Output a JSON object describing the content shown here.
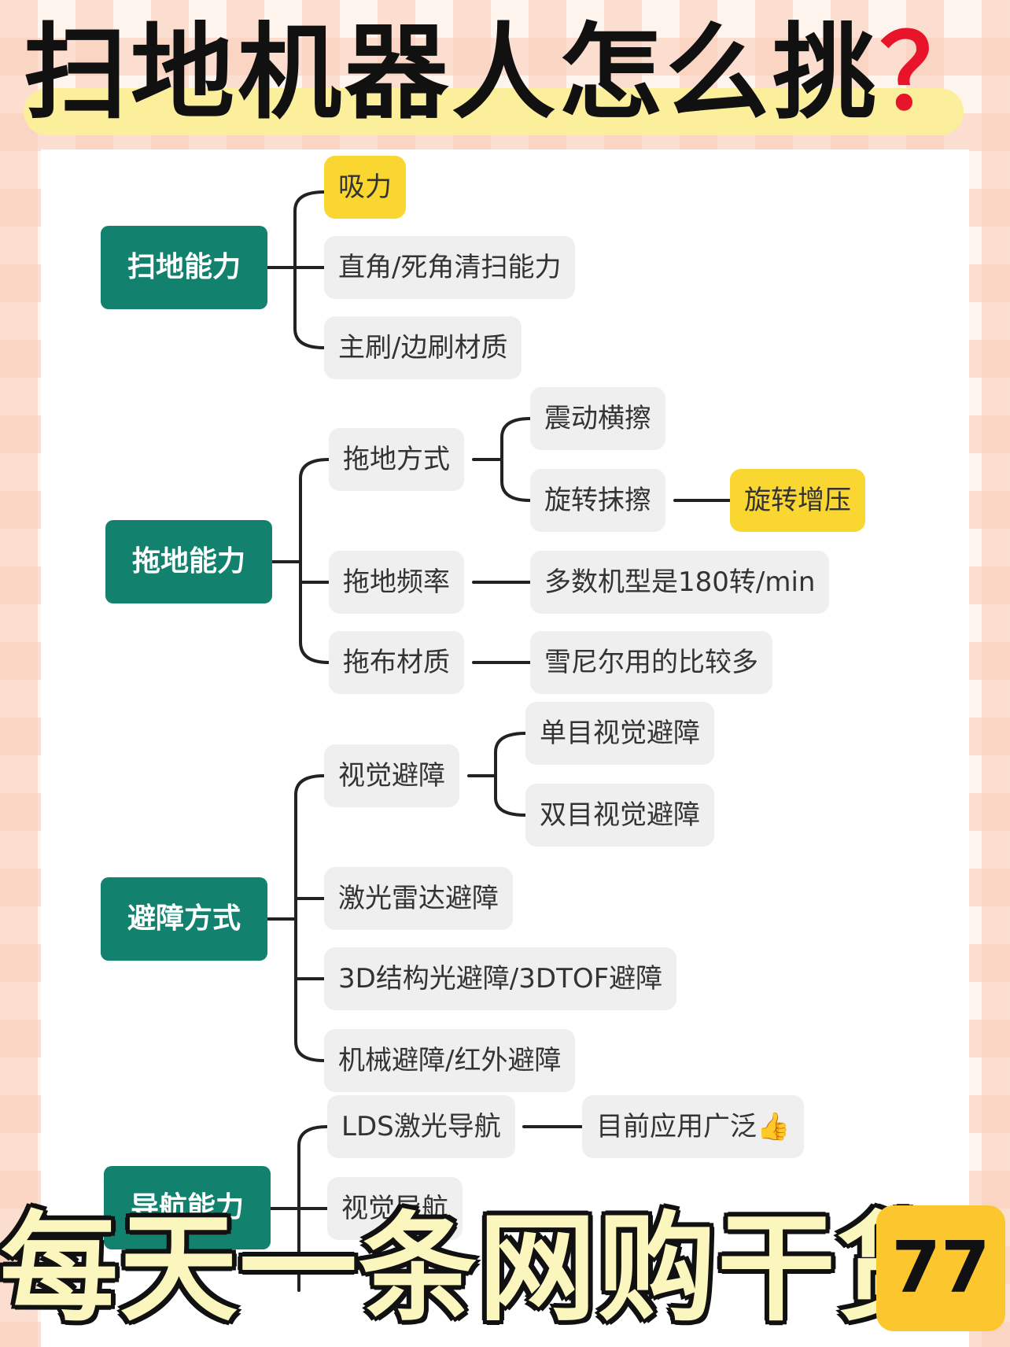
{
  "title": {
    "text": "扫地机器人怎么挑",
    "mark": "？"
  },
  "sections": {
    "sweep": {
      "label": "扫地能力",
      "items": [
        "吸力",
        "直角/死角清扫能力",
        "主刷/边刷材质"
      ]
    },
    "mop": {
      "label": "拖地能力",
      "method": "拖地方式",
      "method_children": [
        "震动横擦",
        "旋转抹擦"
      ],
      "method_extra": "旋转增压",
      "frequency": "拖地频率",
      "frequency_detail": "多数机型是180转/min",
      "cloth": "拖布材质",
      "cloth_detail": "雪尼尔用的比较多"
    },
    "avoid": {
      "label": "避障方式",
      "vision": "视觉避障",
      "vision_children": [
        "单目视觉避障",
        "双目视觉避障"
      ],
      "items": [
        "激光雷达避障",
        "3D结构光避障/3DTOF避障",
        "机械避障/红外避障"
      ]
    },
    "nav": {
      "label": "导航能力",
      "lds": "LDS激光导航",
      "lds_detail": "目前应用广泛👍",
      "vision": "视觉导航"
    }
  },
  "banner": {
    "text": "每天一条网购干货",
    "number": "77"
  },
  "colors": {
    "root": "#12826f",
    "highlight": "#fad631",
    "leaf": "#efefef",
    "line": "#222222"
  }
}
